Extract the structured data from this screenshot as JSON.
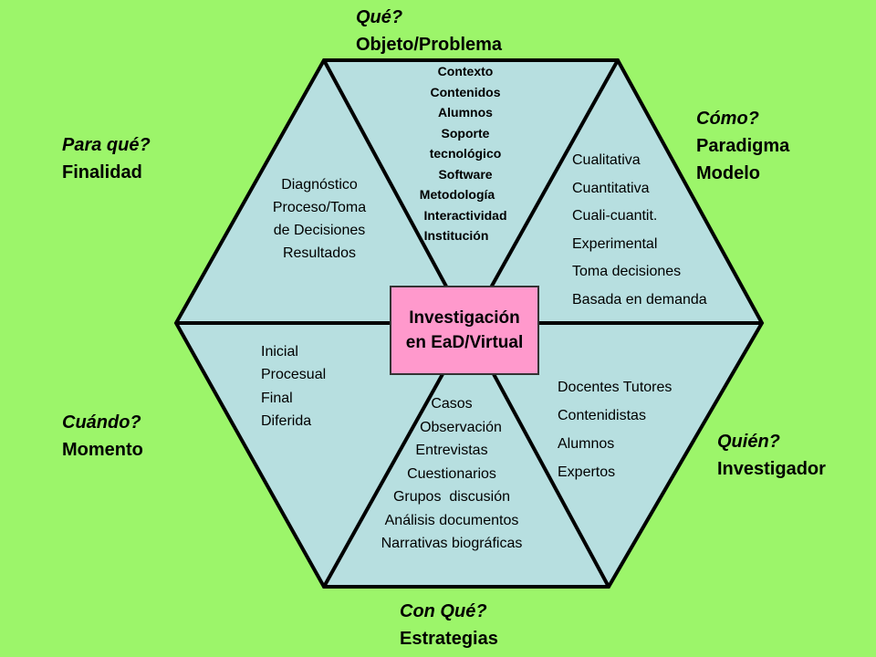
{
  "colors": {
    "background": "#9cf56a",
    "hexagon_fill": "#b7dfe0",
    "hexagon_stroke": "#000000",
    "center_fill": "#ff99cc"
  },
  "center": {
    "line1": "Investigación",
    "line2": "en EaD/Virtual"
  },
  "labels": {
    "que": {
      "question": "Qué?",
      "answer": "Objeto/Problema"
    },
    "como": {
      "question": "Cómo?",
      "answer1": "Paradigma",
      "answer2": "Modelo"
    },
    "para_que": {
      "question": "Para qué?",
      "answer": "Finalidad"
    },
    "cuando": {
      "question": "Cuándo?",
      "answer": "Momento"
    },
    "quien": {
      "question": "Quién?",
      "answer": "Investigador"
    },
    "con_que": {
      "question": "Con Qué?",
      "answer": "Estrategias"
    }
  },
  "segments": {
    "top": [
      "Contexto",
      "Contenidos",
      "Alumnos",
      "Soporte",
      "tecnológico",
      "Software",
      "Metodología",
      "Interactividad",
      "Institución"
    ],
    "upper_right": [
      "Cualitativa",
      "Cuantitativa",
      "Cuali-cuantit.",
      "Experimental",
      "Toma decisiones",
      "Basada en demanda"
    ],
    "upper_left": [
      "Diagnóstico",
      "Proceso/Toma",
      "de Decisiones",
      "Resultados"
    ],
    "lower_left": [
      "Inicial",
      "Procesual",
      "Final",
      "Diferida"
    ],
    "lower_right": [
      "Docentes Tutores",
      "Contenidistas",
      "Alumnos",
      "Expertos"
    ],
    "bottom": [
      "Casos",
      "Observación",
      "Entrevistas",
      "Cuestionarios",
      "Grupos  discusión",
      "Análisis documentos",
      "Narrativas biográficas"
    ]
  }
}
